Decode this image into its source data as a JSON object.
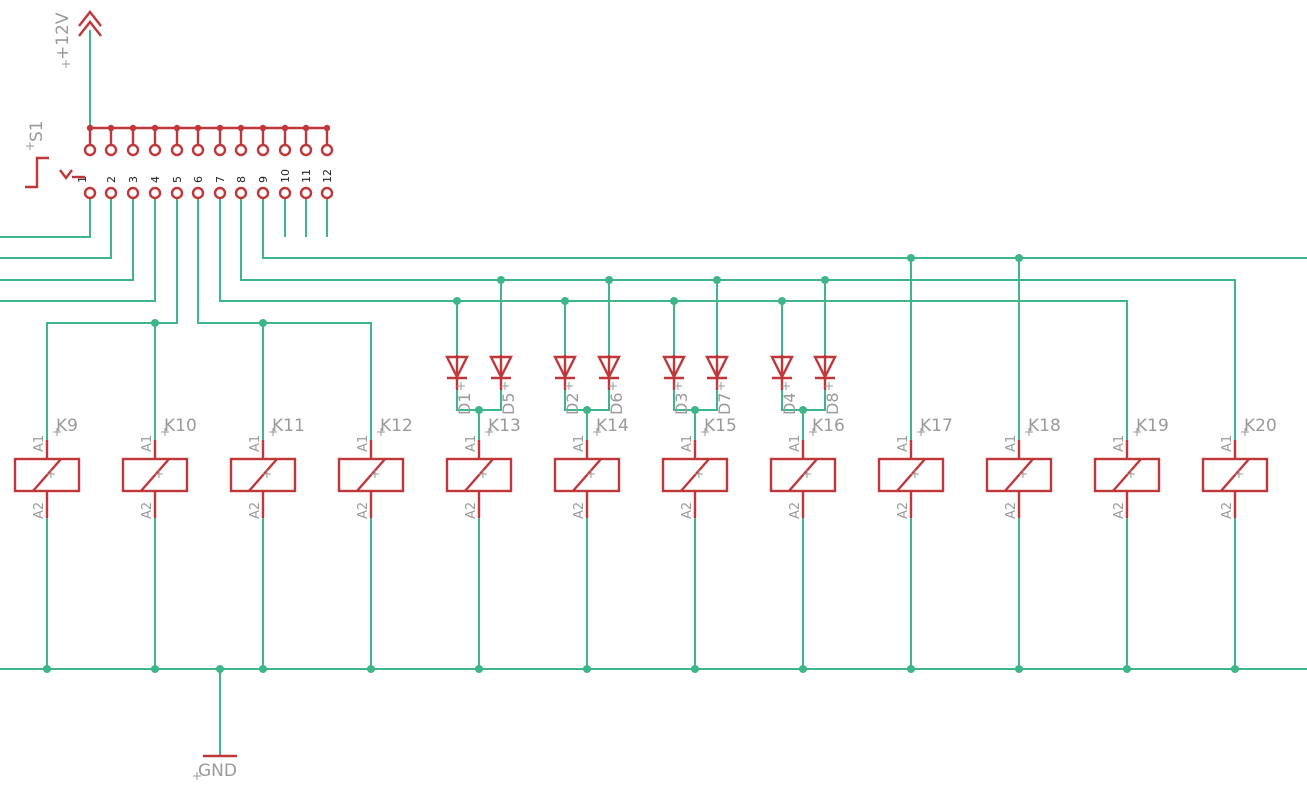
{
  "power": {
    "label": "+12V"
  },
  "ground": {
    "label": "GND"
  },
  "switch": {
    "name": "S1",
    "pins": [
      "1",
      "2",
      "3",
      "4",
      "5",
      "6",
      "7",
      "8",
      "9",
      "10",
      "11",
      "12"
    ]
  },
  "relays": [
    {
      "name": "K9",
      "a1": "A1",
      "a2": "A2"
    },
    {
      "name": "K10",
      "a1": "A1",
      "a2": "A2"
    },
    {
      "name": "K11",
      "a1": "A1",
      "a2": "A2"
    },
    {
      "name": "K12",
      "a1": "A1",
      "a2": "A2"
    },
    {
      "name": "K13",
      "a1": "A1",
      "a2": "A2"
    },
    {
      "name": "K14",
      "a1": "A1",
      "a2": "A2"
    },
    {
      "name": "K15",
      "a1": "A1",
      "a2": "A2"
    },
    {
      "name": "K16",
      "a1": "A1",
      "a2": "A2"
    },
    {
      "name": "K17",
      "a1": "A1",
      "a2": "A2"
    },
    {
      "name": "K18",
      "a1": "A1",
      "a2": "A2"
    },
    {
      "name": "K19",
      "a1": "A1",
      "a2": "A2"
    },
    {
      "name": "K20",
      "a1": "A1",
      "a2": "A2"
    }
  ],
  "diodes": [
    "D1",
    "D5",
    "D2",
    "D6",
    "D3",
    "D7",
    "D4",
    "D8"
  ],
  "colors": {
    "wire": "#3fb58a",
    "part": "#c0373a",
    "label": "#9a9a9a"
  }
}
